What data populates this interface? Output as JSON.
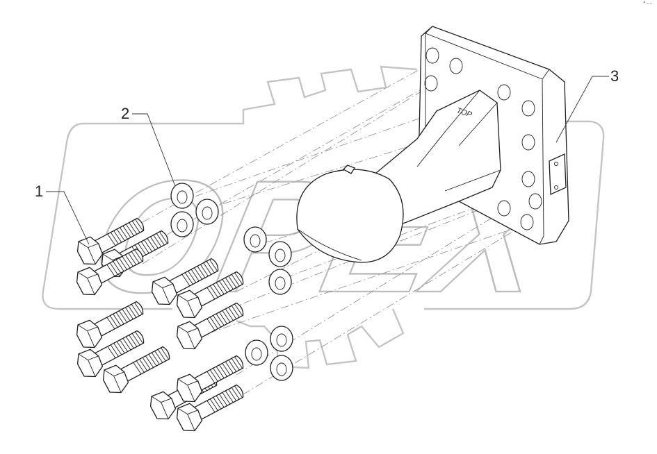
{
  "corner_mark": "ᐤ--",
  "watermark": {
    "brand_text": "OPEX"
  },
  "callouts": [
    {
      "label": "1"
    },
    {
      "label": "2"
    },
    {
      "label": "3"
    }
  ],
  "parts": {
    "housing_engraving": "TOP"
  }
}
